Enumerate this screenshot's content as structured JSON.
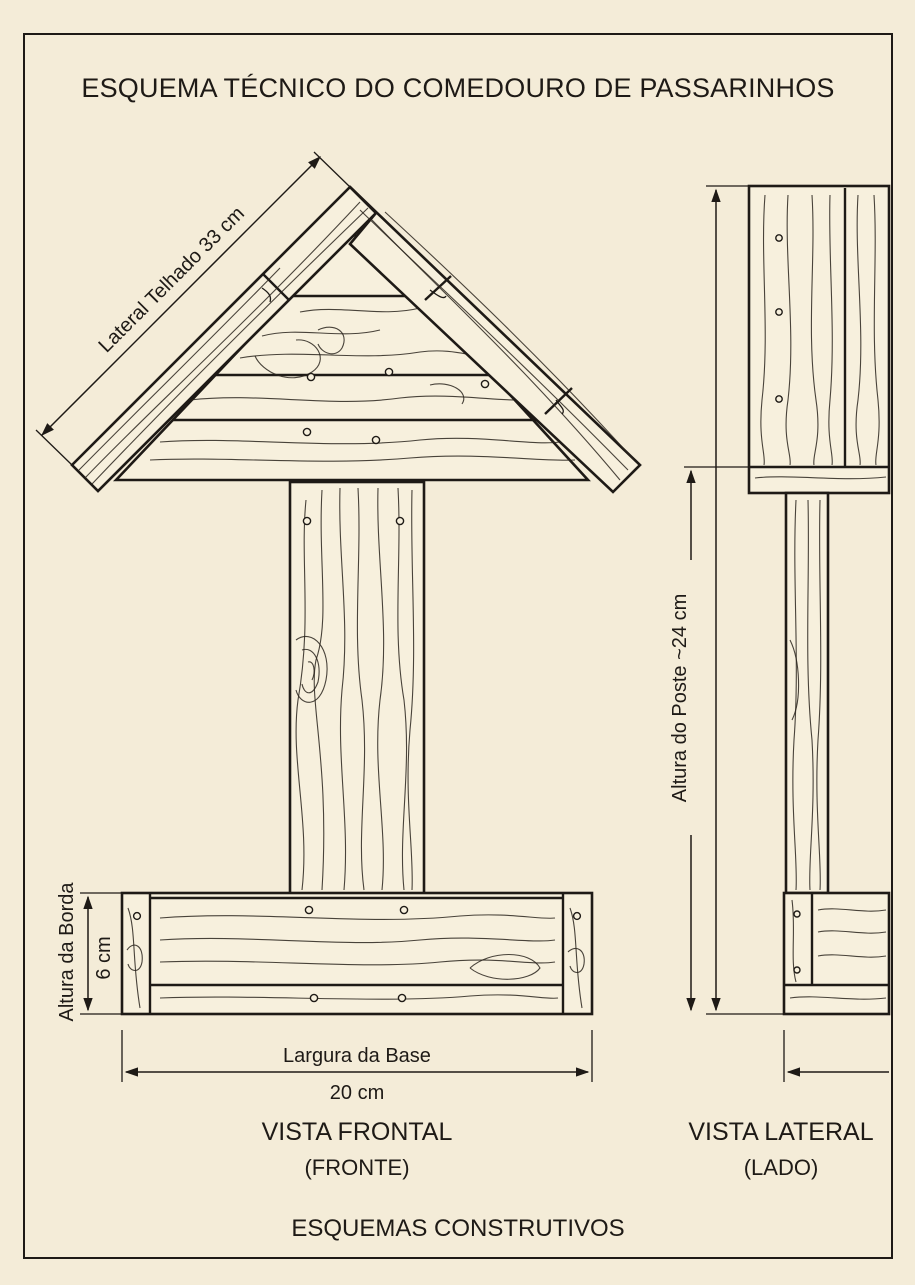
{
  "title": "ESQUEMA TÉCNICO DO COMEDOURO DE PASSARINHOS",
  "dimensions": {
    "roof_side": "Lateral Telhado 33 cm",
    "post_height": "Altura do Poste ~24 cm",
    "rim_height_label": "Altura da Borda",
    "rim_height_value": "6 cm",
    "base_width_label": "Largura da Base",
    "base_width_value": "20 cm"
  },
  "views": {
    "front_title": "VISTA FRONTAL",
    "front_subtitle": "(FRONTE)",
    "side_title": "VISTA LATERAL",
    "side_subtitle": "(LADO)"
  },
  "footer": "ESQUEMAS CONSTRUTIVOS",
  "colors": {
    "paper": "#f4ecd8",
    "ink": "#1e1a16",
    "wood": "#f7f0dd"
  }
}
